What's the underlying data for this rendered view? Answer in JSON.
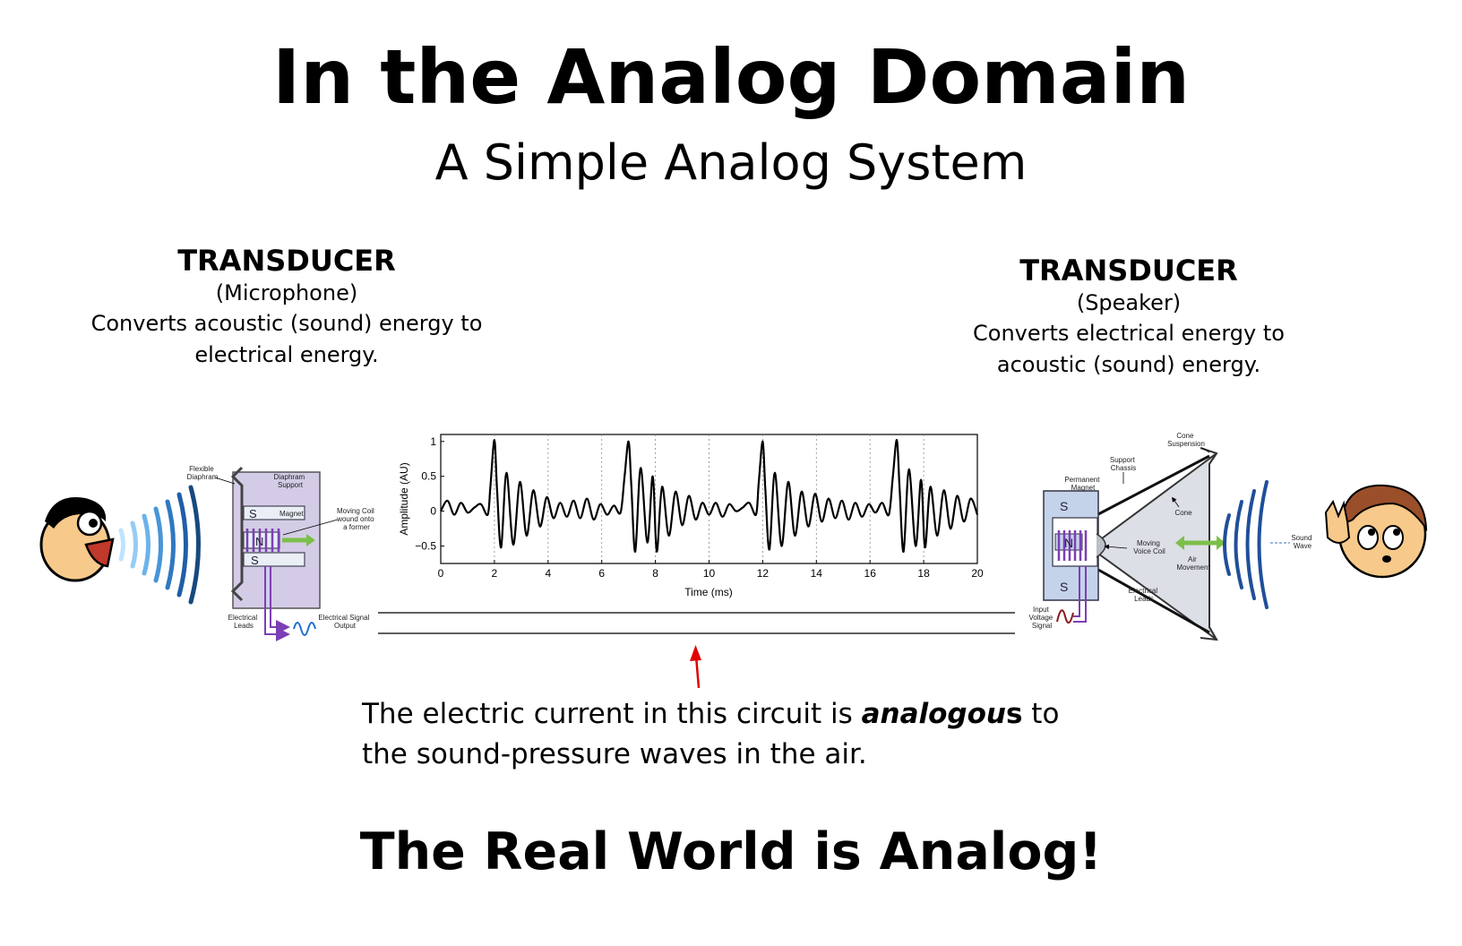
{
  "slide": {
    "title": "In the Analog Domain",
    "subtitle": "A Simple Analog System",
    "footer": "The Real World is Analog!"
  },
  "microphone": {
    "heading": "TRANSDUCER",
    "type": "(Microphone)",
    "desc_line1": "Converts acoustic (sound) energy to",
    "desc_line2": "electrical energy.",
    "labels": {
      "flexible_diaphram": [
        "Flexible",
        "Diaphram"
      ],
      "diaphram_support": [
        "Diaphram",
        "Support"
      ],
      "magnet": "Magnet",
      "moving_coil": [
        "Moving Coil",
        "wound onto",
        "a former"
      ],
      "pole_s": "S",
      "pole_n": "N",
      "electrical_leads": [
        "Electrical",
        "Leads"
      ],
      "signal_output": [
        "Electrical Signal",
        "Output"
      ]
    }
  },
  "speaker": {
    "heading": "TRANSDUCER",
    "type": "(Speaker)",
    "desc_line1": "Converts electrical energy to",
    "desc_line2": "acoustic (sound) energy.",
    "labels": {
      "cone_suspension": [
        "Cone",
        "Suspension"
      ],
      "support_chassis": [
        "Support",
        "Chassis"
      ],
      "permanent_magnet": [
        "Permanent",
        "Magnet"
      ],
      "cone": "Cone",
      "moving_voice_coil": [
        "Moving",
        "Voice Coil"
      ],
      "air_movement": [
        "Air",
        "Movement"
      ],
      "electrical_leads": [
        "Electrical",
        "Leads"
      ],
      "input_voltage_signal": [
        "Input",
        "Voltage",
        "Signal"
      ],
      "sound_wave": [
        "Sound",
        "Wave"
      ],
      "pole_s": "S",
      "pole_n": "N"
    }
  },
  "caption": {
    "pre": "The electric current in this circuit is ",
    "emph": "analogou",
    "emph_tail": "s",
    "post": " to",
    "line2": "the sound-pressure waves in the air."
  },
  "colors": {
    "wave_blue": "#1f6fd1",
    "coil_purple": "#7b3fb5",
    "arrow_red": "#e00000",
    "arrow_green": "#7cbf4a",
    "magnet_blue": "#c5d3ea"
  },
  "chart_data": {
    "type": "line",
    "xlabel": "Time (ms)",
    "ylabel": "Amplitude (AU)",
    "xlim": [
      0,
      20
    ],
    "ylim": [
      -0.75,
      1.1
    ],
    "xticks": [
      0,
      2,
      4,
      6,
      8,
      10,
      12,
      14,
      16,
      18,
      20
    ],
    "yticks": [
      -0.5,
      0,
      0.5,
      1
    ],
    "ytick_labels": [
      "−0.5",
      "0",
      "0.5",
      "1"
    ],
    "grid": "vertical-dotted",
    "series": [
      {
        "x": [
          0,
          0.25,
          0.5,
          0.75,
          1.0,
          1.25,
          1.5,
          1.75,
          1.85,
          2.0,
          2.1,
          2.25,
          2.45,
          2.7,
          2.95,
          3.2,
          3.45,
          3.7,
          3.95,
          4.2,
          4.45,
          4.7,
          4.95,
          5.2,
          5.45,
          5.7,
          5.95,
          6.2,
          6.45,
          6.7,
          6.85,
          7.0,
          7.1,
          7.25,
          7.45,
          7.7,
          7.9,
          8.05,
          8.25,
          8.5,
          8.75,
          9.0,
          9.25,
          9.5,
          9.75,
          10.0,
          10.25,
          10.5,
          10.75,
          11.0,
          11.25,
          11.5,
          11.75,
          11.85,
          12.0,
          12.1,
          12.25,
          12.45,
          12.7,
          12.95,
          13.2,
          13.45,
          13.7,
          13.95,
          14.2,
          14.45,
          14.7,
          14.95,
          15.2,
          15.45,
          15.7,
          15.95,
          16.2,
          16.45,
          16.7,
          16.85,
          17.0,
          17.1,
          17.25,
          17.45,
          17.7,
          17.9,
          18.05,
          18.25,
          18.5,
          18.75,
          19.0,
          19.25,
          19.5,
          19.75,
          20.0
        ],
        "y": [
          0,
          0.15,
          -0.05,
          0.12,
          -0.02,
          0.05,
          0.1,
          -0.05,
          0.35,
          1.02,
          0.3,
          -0.52,
          0.55,
          -0.48,
          0.42,
          -0.35,
          0.3,
          -0.22,
          0.2,
          -0.1,
          0.12,
          -0.08,
          0.15,
          -0.1,
          0.18,
          -0.12,
          0.1,
          -0.05,
          0.08,
          -0.02,
          0.5,
          1.0,
          0.4,
          -0.58,
          0.62,
          -0.45,
          0.5,
          -0.58,
          0.35,
          -0.35,
          0.28,
          -0.2,
          0.22,
          -0.12,
          0.12,
          -0.05,
          0.12,
          -0.08,
          0.1,
          0.0,
          0.05,
          0.12,
          -0.05,
          0.4,
          1.0,
          0.3,
          -0.55,
          0.55,
          -0.5,
          0.42,
          -0.35,
          0.28,
          -0.22,
          0.25,
          -0.15,
          0.18,
          -0.1,
          0.15,
          -0.12,
          0.12,
          -0.08,
          0.1,
          -0.02,
          0.12,
          -0.05,
          0.5,
          1.02,
          0.35,
          -0.58,
          0.6,
          -0.5,
          0.45,
          -0.52,
          0.35,
          -0.35,
          0.3,
          -0.25,
          0.22,
          -0.15,
          0.18,
          -0.05
        ]
      }
    ]
  }
}
